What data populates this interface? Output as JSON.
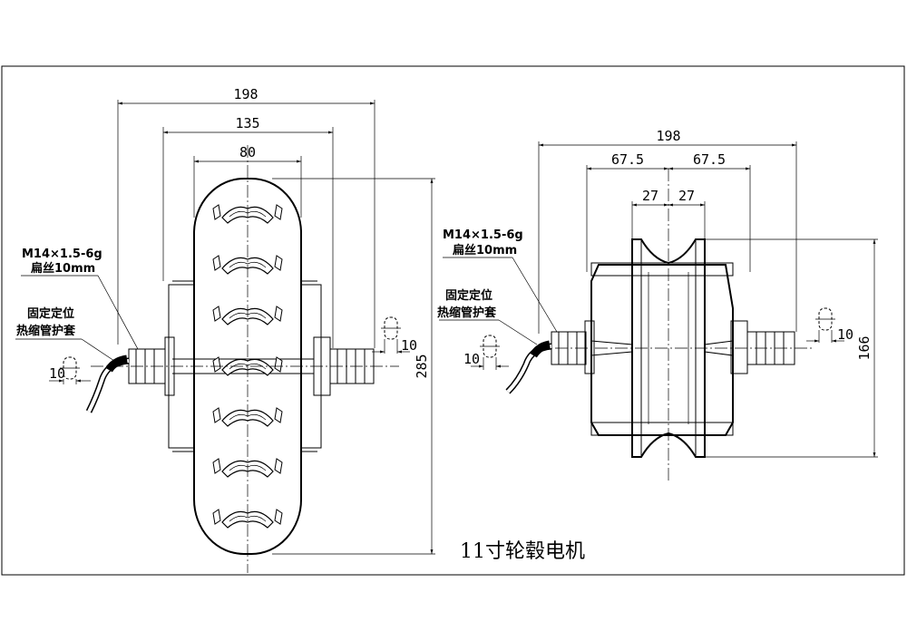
{
  "title": "11寸轮毂电机",
  "front_view": {
    "dims": {
      "overall_width": "198",
      "rim_width": "135",
      "tire_width": "80",
      "height": "285",
      "cable_hole": "10",
      "slot_width": "10"
    },
    "thread_label": "M14×1.5-6g",
    "flat_label": "扁丝10mm",
    "sleeve_label_1": "固定定位",
    "sleeve_label_2": "热缩管护套"
  },
  "side_view": {
    "dims": {
      "overall_width": "198",
      "half_left": "67.5",
      "half_right": "67.5",
      "hub_left": "27",
      "hub_right": "27",
      "height": "166",
      "cable_hole": "10",
      "slot_width": "10"
    },
    "thread_label": "M14×1.5-6g",
    "flat_label": "扁丝10mm",
    "sleeve_label_1": "固定定位",
    "sleeve_label_2": "热缩管护套"
  }
}
